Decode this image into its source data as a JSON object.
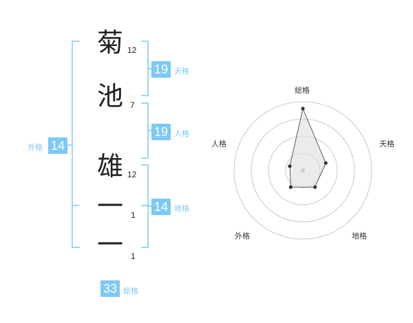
{
  "name": {
    "chars": [
      {
        "char": "菊",
        "strokes": "12"
      },
      {
        "char": "池",
        "strokes": "7"
      },
      {
        "char": "雄",
        "strokes": "12"
      },
      {
        "char": "一",
        "strokes": "1"
      },
      {
        "char": "一",
        "strokes": "1"
      }
    ]
  },
  "fortune": {
    "tenkaku": {
      "value": "19",
      "label": "天格"
    },
    "jinkaku": {
      "value": "19",
      "label": "人格"
    },
    "chikaku": {
      "value": "14",
      "label": "地格"
    },
    "gaikaku": {
      "value": "14",
      "label": "外格"
    },
    "soukaku": {
      "value": "33",
      "label": "総格"
    }
  },
  "radar": {
    "axes": [
      "総格",
      "天格",
      "地格",
      "外格",
      "人格"
    ],
    "values": [
      0.9,
      0.35,
      0.3,
      0.3,
      0.2
    ],
    "rings": 4,
    "colors": {
      "ring": "#bbbbbb",
      "fill": "#dddddd",
      "line": "#333333",
      "center": "#cccccc"
    }
  },
  "colors": {
    "accent": "#7cc9f5"
  }
}
